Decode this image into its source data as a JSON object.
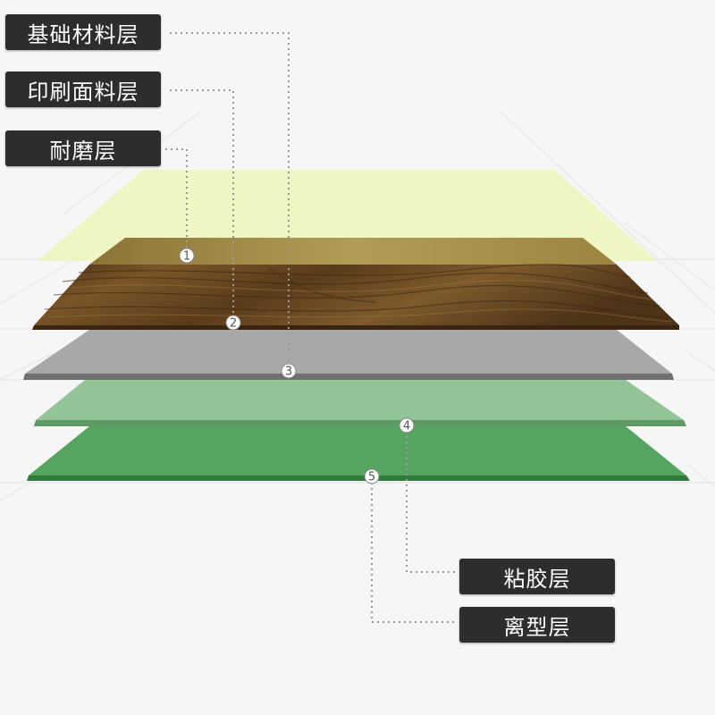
{
  "layers": [
    {
      "number": "1",
      "label": "耐磨层",
      "color": "#eef5c0"
    },
    {
      "number": "2",
      "label": "印刷面料层",
      "color": "#6b4a22"
    },
    {
      "number": "3",
      "label": "基础材料层",
      "color": "#a8a8a8"
    },
    {
      "number": "4",
      "label": "粘胶层",
      "color": "#93c497"
    },
    {
      "number": "5",
      "label": "离型层",
      "color": "#55a45f"
    }
  ],
  "colors": {
    "label_background": "#2d2d2d",
    "label_text": "#ffffff",
    "leader_line": "#999999",
    "page_background": "#f6f6f6"
  }
}
